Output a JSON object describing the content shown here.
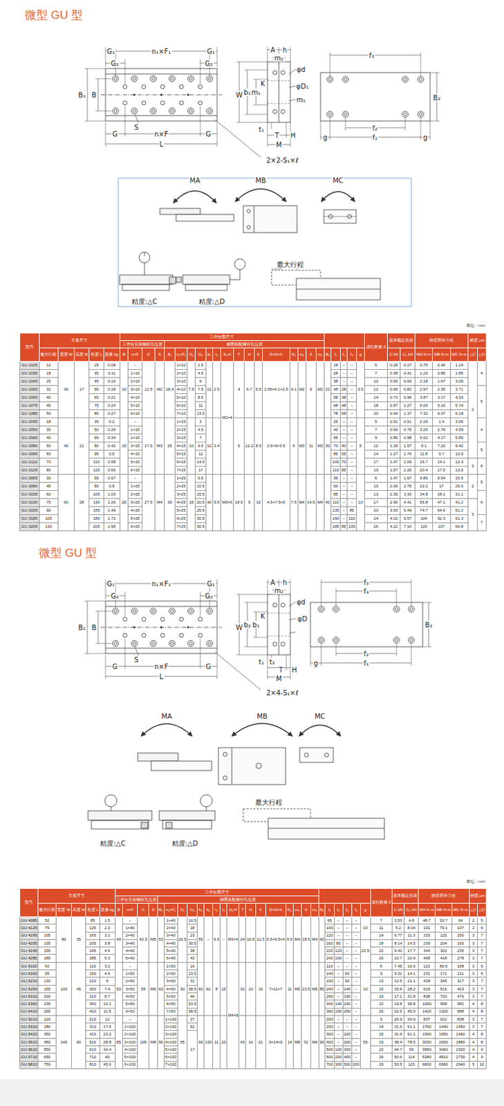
{
  "diagram": {
    "labels": [
      "微型 GU 型",
      "G₁",
      "G₂",
      "n₁×F₁",
      "G₁",
      "G₂",
      "B₁",
      "B",
      "S",
      "G",
      "n×F",
      "G",
      "L",
      "A",
      "h",
      "m₂",
      "φd",
      "W",
      "b₁",
      "m₁",
      "K",
      "φD₁",
      "m₁",
      "t₁",
      "T",
      "H",
      "M",
      "f₃",
      "B₂",
      "f₂",
      "g",
      "f₁",
      "g",
      "2×2-S₁×ℓ",
      "MA",
      "MB",
      "MC",
      "精度:△C",
      "精度:△D",
      "最大行程",
      "单位：mm",
      "型号",
      "主要尺寸",
      "工作台面尺寸",
      "滚柱数量 Z",
      "基本额定负荷",
      "静态容许力矩",
      "精度 μm",
      "工作台安装螺纹孔位置",
      "侧面装配螺丝孔位置",
      "最大行程",
      "宽度 W",
      "高度 M",
      "长度 L",
      "质量 kg",
      "B",
      "n×F",
      "G",
      "S",
      "B₁",
      "n₁×F₁",
      "G₁",
      "G₂",
      "b₁",
      "t₁",
      "S₁×ℓ",
      "T",
      "H",
      "K",
      "D×D×h",
      "D₁",
      "m₁",
      "A",
      "m₂",
      "B₂",
      "f₁",
      "f₂",
      "f₃",
      "g",
      "C kN",
      "C₀ kN",
      "MA N·m",
      "MB N·m",
      "MC N·m",
      "△C",
      "△D",
      "GU 1025",
      "12",
      "30",
      "17",
      "25",
      "0.08",
      "10",
      "–",
      "12.5",
      "M2",
      "18.4",
      "1×10",
      "7.5",
      "2.5",
      "12",
      "2.5",
      "M2×4",
      "4",
      "6.7",
      "5.5",
      "2.55×4.1×2.5",
      "4.1",
      "M2",
      "9",
      "M2",
      "22",
      "18",
      "–",
      "–",
      "3.5",
      "5",
      "0.28",
      "0.27",
      "0.75",
      "0.46",
      "1.24",
      "2",
      "4",
      "GU 1035",
      "18",
      "35",
      "0.11",
      "1×10",
      "2×10",
      "4.5",
      "28",
      "–",
      "–",
      "7",
      "0.38",
      "0.41",
      "1.23",
      "0.85",
      "1.85",
      "GU 1045",
      "25",
      "45",
      "0.15",
      "2×10",
      "3×10",
      "6",
      "38",
      "–",
      "–",
      "10",
      "0.56",
      "0.69",
      "2.18",
      "1.67",
      "3.09",
      "GU 1055",
      "32",
      "55",
      "0.18",
      "3×10",
      "4×10",
      "7.5",
      "48",
      "28",
      "–",
      "12",
      "0.65",
      "0.82",
      "2.97",
      "2.35",
      "3.71",
      "5",
      "GU 1065",
      "40",
      "65",
      "0.21",
      "4×10",
      "5×10",
      "8.5",
      "58",
      "38",
      "–",
      "14",
      "0.73",
      "0.96",
      "3.87",
      "3.17",
      "4.33",
      "GU 1075",
      "45",
      "75",
      "0.24",
      "5×10",
      "6×10",
      "11",
      "68",
      "48",
      "–",
      "18",
      "0.87",
      "1.27",
      "6.05",
      "5.16",
      "5.74",
      "GU 1085",
      "50",
      "85",
      "0.27",
      "6×10",
      "7×10",
      "13.5",
      "78",
      "58",
      "–",
      "20",
      "0.94",
      "1.37",
      "7.32",
      "6.37",
      "6.18",
      "GU 2035",
      "18",
      "40",
      "21",
      "35",
      "0.2",
      "15",
      "–",
      "17.5",
      "M3",
      "25",
      "1×15",
      "10",
      "3",
      "10",
      "3.4",
      "6",
      "12.2",
      "8.5",
      "3.5×6×3.5",
      "6",
      "M3",
      "11",
      "M3",
      "30",
      "25",
      "–",
      "–",
      "5",
      "5",
      "0.51",
      "0.51",
      "2.29",
      "1.4",
      "3.06",
      "4",
      "GU 2050",
      "30",
      "50",
      "0.26",
      "1×15",
      "2×15",
      "4.5",
      "40",
      "–",
      "–",
      "7",
      "0.69",
      "0.76",
      "3.29",
      "2.76",
      "4.59",
      "GU 2065",
      "40",
      "65",
      "0.34",
      "2×15",
      "3×15",
      "7",
      "55",
      "–",
      "–",
      "9",
      "0.85",
      "0.98",
      "5.62",
      "4.17",
      "5.89",
      "GU 2080",
      "50",
      "80",
      "0.42",
      "3×15",
      "4×15",
      "9.5",
      "70",
      "40",
      "–",
      "12",
      "1.18",
      "1.57",
      "9.1",
      "7.22",
      "9.42",
      "5",
      "GU 2095",
      "60",
      "95",
      "0.5",
      "4×15",
      "5×15",
      "12",
      "85",
      "55",
      "–",
      "14",
      "1.27",
      "1.76",
      "11.8",
      "9.7",
      "10.5",
      "GU 2110",
      "70",
      "110",
      "0.58",
      "5×15",
      "6×15",
      "14.5",
      "100",
      "70",
      "–",
      "17",
      "1.47",
      "2.06",
      "16.7",
      "14.1",
      "12.3",
      "3",
      "6",
      "GU 2125",
      "80",
      "125",
      "0.66",
      "6×15",
      "7×15",
      "17",
      "115",
      "85",
      "–",
      "19",
      "1.57",
      "2.25",
      "20.4",
      "17.5",
      "13.5",
      "GU 3055",
      "30",
      "60",
      "28",
      "55",
      "0.67",
      "25",
      "–",
      "27.5",
      "M4",
      "39",
      "1×25",
      "15",
      "5.5",
      "40",
      "5.5",
      "M3×6",
      "18.5",
      "9",
      "10",
      "4.5×7.5×5",
      "7.5",
      "M4",
      "14.5",
      "M4",
      "40",
      "35",
      "–",
      "–",
      "10",
      "6",
      "1.47",
      "1.67",
      "9.85",
      "6.54",
      "15.5",
      "2",
      "5",
      "GU 3080",
      "45",
      "80",
      "0.8",
      "1×25",
      "2×25",
      "10.5",
      "60",
      "–",
      "–",
      "10",
      "2.06",
      "2.75",
      "22.2",
      "17",
      "25.6",
      "GU 3105",
      "60",
      "105",
      "1.03",
      "2×25",
      "3×25",
      "15.5",
      "85",
      "–",
      "–",
      "13",
      "2.35",
      "3.33",
      "34.8",
      "28.1",
      "31.1",
      "6",
      "GU 3130",
      "75",
      "130",
      "1.26",
      "3×25",
      "4×25",
      "20.5",
      "110",
      "–",
      "–",
      "17",
      "2.96",
      "4.41",
      "55.8",
      "47.1",
      "41.2",
      "3",
      "GU 3155",
      "90",
      "155",
      "1.49",
      "4×25",
      "5×25",
      "25.5",
      "135",
      "–",
      "85",
      "20",
      "3.53",
      "5.49",
      "74.7",
      "64.6",
      "51.2",
      "GU 3180",
      "105",
      "180",
      "1.72",
      "5×25",
      "6×25",
      "30.5",
      "160",
      "–",
      "110",
      "24",
      "4.02",
      "6.57",
      "104",
      "92.3",
      "61.3",
      "7",
      "GU 3205",
      "130",
      "205",
      "1.95",
      "6×25",
      "7×25",
      "30.5",
      "185",
      "85",
      "135",
      "26",
      "4.22",
      "7.16",
      "120",
      "107",
      "66.8",
      "微型 GU 型",
      "G₁",
      "G₂",
      "n₁×F₁",
      "G₁",
      "G₂",
      "B₁",
      "B",
      "S",
      "G",
      "n×F",
      "G",
      "L",
      "A",
      "h",
      "m₂",
      "φd",
      "W",
      "b₂",
      "b₁",
      "K",
      "φD",
      "t₁",
      "t₂",
      "T",
      "H",
      "M",
      "f₃",
      "f₄",
      "B₂",
      "f₂",
      "f₁",
      "g",
      "2×4-S₁×ℓ",
      "MA",
      "MB",
      "MC",
      "精度:△C",
      "精度:△D",
      "最大行程",
      "单位：mm",
      "型号",
      "主要尺寸",
      "工作台面尺寸",
      "滚柱数量 Z",
      "基本额定负荷",
      "静态容许力矩",
      "精度 μm",
      "工作台安装螺纹孔位置",
      "侧面装配螺丝孔位置",
      "最大行程",
      "宽度 W",
      "高度 M",
      "长度 L",
      "质量 kg",
      "B",
      "n×F",
      "G",
      "S",
      "B₁",
      "n₁×F₁",
      "G₁",
      "G₂",
      "b₂",
      "b₁",
      "t₁",
      "t₂",
      "S₁×ℓ",
      "T",
      "H",
      "K",
      "D×D×h",
      "D₁",
      "m₁",
      "A",
      "m₂",
      "B₂",
      "f₁",
      "f₂",
      "f₃",
      "f₄",
      "g",
      "C kN",
      "C₀ kN",
      "MA N·m",
      "MB N·m",
      "MC N·m",
      "△C",
      "△D",
      "GU 4085",
      "50",
      "80",
      "35",
      "85",
      "1.5",
      "40",
      "–",
      "42.5",
      "M5",
      "53",
      "1×40",
      "22.5",
      "10.5",
      "55",
      "–",
      "6.5",
      "–",
      "M3×6",
      "24",
      "10.5",
      "12.5",
      "5.5×9.5×6",
      "9.5",
      "M4",
      "18.5",
      "M4",
      "60",
      "65",
      "–",
      "–",
      "–",
      "10",
      "7",
      "3.53",
      "4.8",
      "48.7",
      "33.7",
      "64",
      "2",
      "5",
      "GU 4125",
      "75",
      "125",
      "2.3",
      "1×40",
      "2×40",
      "18",
      "100",
      "–",
      "–",
      "–",
      "11",
      "5.2",
      "8.04",
      "101",
      "79.1",
      "107",
      "2",
      "6",
      "GU 4165",
      "105",
      "165",
      "3.1",
      "2×40",
      "3×40",
      "23",
      "120",
      "–",
      "–",
      "–",
      "14",
      "6.77",
      "11.3",
      "153",
      "125",
      "150",
      "3",
      "7",
      "GU 4205",
      "135",
      "205",
      "3.8",
      "3×40",
      "4×40",
      "30.5",
      "160",
      "80",
      "–",
      "–",
      "22.5",
      "18",
      "8.14",
      "14.5",
      "239",
      "204",
      "193",
      "3",
      "7",
      "GU 4245",
      "155",
      "245",
      "4.6",
      "4×40",
      "5×40",
      "38",
      "220",
      "120",
      "–",
      "–",
      "22",
      "9.42",
      "17.7",
      "344",
      "302",
      "235",
      "3",
      "7",
      "GU 4285",
      "185",
      "285",
      "5.3",
      "5×40",
      "6×40",
      "43",
      "240",
      "160",
      "–",
      "–",
      "26",
      "10.7",
      "20.9",
      "468",
      "418",
      "278",
      "3",
      "7",
      "GU 6110",
      "60",
      "100",
      "45",
      "110",
      "3.2",
      "50",
      "–",
      "55",
      "M6",
      "63",
      "1×50",
      "30",
      "16",
      "60",
      "92",
      "8",
      "15",
      "M4×8",
      "31",
      "13",
      "15",
      "7×11×7",
      "11",
      "M5",
      "23.5",
      "M5",
      "80",
      "110",
      "–",
      "–",
      "–",
      "10",
      "6",
      "7.45",
      "10.6",
      "121",
      "80.5",
      "158",
      "3",
      "6",
      "GU 6160",
      "95",
      "160",
      "4.6",
      "1×50",
      "2×50",
      "23.5",
      "140",
      "–",
      "90",
      "–",
      "9",
      "9.31",
      "14.1",
      "231",
      "171",
      "211",
      "3",
      "6",
      "GU 6210",
      "130",
      "210",
      "6",
      "2×50",
      "3×50",
      "31",
      "190",
      "–",
      "90",
      "–",
      "13",
      "12.5",
      "21.1",
      "428",
      "345",
      "317",
      "3",
      "7",
      "GU 6260",
      "165",
      "260",
      "7.4",
      "3×50",
      "4×50",
      "38.5",
      "240",
      "–",
      "140",
      "–",
      "16",
      "15.6",
      "28.2",
      "616",
      "516",
      "423",
      "3",
      "7",
      "GU 6310",
      "200",
      "310",
      "8.7",
      "4×50",
      "5×50",
      "46",
      "290",
      "–",
      "190",
      "–",
      "19",
      "17.1",
      "31.8",
      "838",
      "720",
      "476",
      "3",
      "7",
      "GU 6360",
      "235",
      "360",
      "10.1",
      "5×50",
      "6×50",
      "53.5",
      "340",
      "140",
      "240",
      "–",
      "22",
      "19.8",
      "38.8",
      "1090",
      "958",
      "582",
      "4",
      "8",
      "GU 6410",
      "265",
      "410",
      "11.5",
      "6×50",
      "7×50",
      "58.5",
      "390",
      "190",
      "290",
      "–",
      "26",
      "22.5",
      "45.9",
      "1420",
      "1320",
      "688",
      "4",
      "8",
      "GU 9210",
      "120",
      "145",
      "60",
      "210",
      "12",
      "85",
      "–",
      "105",
      "M8",
      "96",
      "1×100",
      "55",
      "27",
      "90",
      "135",
      "11",
      "20",
      "43",
      "16",
      "21",
      "9×14×9",
      "14",
      "M8",
      "32",
      "M6",
      "90",
      "200",
      "–",
      "–",
      "–",
      "55",
      "9",
      "20.9",
      "34.9",
      "837",
      "622",
      "838",
      "3",
      "7",
      "GU 9310",
      "180",
      "310",
      "17.6",
      "1×100",
      "2×100",
      "52",
      "200",
      "–",
      "–",
      "–",
      "14",
      "31.9",
      "61.1",
      "1760",
      "1440",
      "1460",
      "3",
      "7",
      "GU 9410",
      "350",
      "410",
      "23.2",
      "2×100",
      "3×100",
      "17",
      "300",
      "–",
      "100",
      "–",
      "15",
      "31.9",
      "61.1",
      "1990",
      "1650",
      "1460",
      "4",
      "8",
      "GU 9510",
      "450",
      "510",
      "28.8",
      "3×100",
      "4×100",
      "400",
      "–",
      "200",
      "–",
      "19",
      "38.4",
      "78.5",
      "3030",
      "2600",
      "1880",
      "4",
      "8",
      "GU 9610",
      "550",
      "610",
      "34.4",
      "4×100",
      "5×100",
      "500",
      "100",
      "300",
      "–",
      "22",
      "44.7",
      "96",
      "3950",
      "3460",
      "2300",
      "4",
      "9",
      "GU 9710",
      "650",
      "710",
      "40",
      "5×100",
      "6×100",
      "600",
      "200",
      "400",
      "–",
      "26",
      "50.6",
      "114",
      "5380",
      "4810",
      "2730",
      "4",
      "9",
      "GU 9810",
      "750",
      "810",
      "45.6",
      "6×100",
      "7×100",
      "700",
      "300",
      "500",
      "200",
      "29",
      "53.5",
      "123",
      "6600",
      "6960",
      "2940",
      "5",
      "10"
    ]
  }
}
